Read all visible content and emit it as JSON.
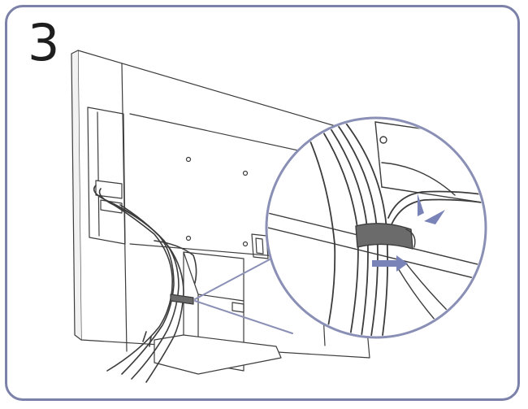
{
  "step": {
    "number": "3"
  },
  "illustration": {
    "colors": {
      "frame": "#7b81a8",
      "lines": "#3c3c3c",
      "callout_circle": "#8a8fb5",
      "clip": "#6b6b6b",
      "arrow": "#7a83b8"
    },
    "icons": [
      "tv-back",
      "cable-bundle",
      "cable-clip",
      "stand",
      "zoom-callout",
      "direction-arrow"
    ]
  }
}
